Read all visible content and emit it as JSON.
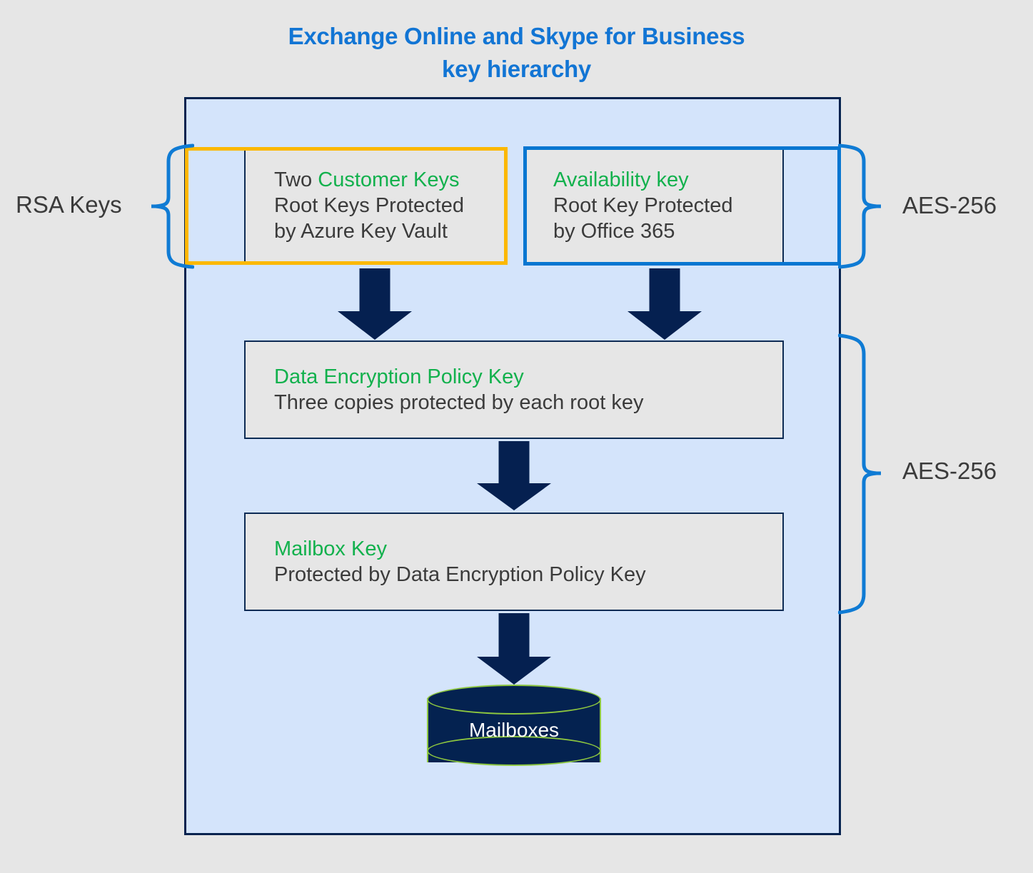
{
  "title": {
    "line1": "Exchange Online and Skype for Business",
    "line2": "key hierarchy",
    "color": "#1275d4"
  },
  "side_labels": {
    "left": "RSA Keys",
    "right_top": "AES-256",
    "right_bottom": "AES-256"
  },
  "boxes": {
    "customer_keys": {
      "line1_prefix": "Two ",
      "line1_highlight": "Customer Keys",
      "line2": "Root Keys Protected",
      "line3": "by Azure Key Vault",
      "outline_color": "#fcb800"
    },
    "availability_key": {
      "line1_highlight": "Availability key",
      "line2": "Root Key Protected",
      "line3": "by Office 365",
      "outline_color": "#0776d1"
    },
    "data_encryption_policy_key": {
      "line1_highlight": "Data Encryption Policy Key",
      "line2": "Three copies protected by each root key"
    },
    "mailbox_key": {
      "line1_highlight": "Mailbox Key",
      "line2": "Protected by Data Encryption Policy Key"
    }
  },
  "datastore": {
    "label": "Mailboxes",
    "fill_color": "#042250",
    "border_color": "#8dc63f"
  },
  "colors": {
    "background": "#e6e6e6",
    "container_fill": "#d4e4fb",
    "container_border": "#05234f",
    "panel_fill": "#e6e6e6",
    "panel_border": "#0d2b54",
    "highlight_green": "#12b14d",
    "text_grey": "#3b3b3b",
    "arrow": "#052050",
    "brace_blue": "#0f7bd4"
  },
  "icons": {
    "arrow": "down-arrow-icon",
    "brace_left": "curly-brace-left-icon",
    "brace_right": "curly-brace-right-icon",
    "database": "database-cylinder-icon"
  }
}
